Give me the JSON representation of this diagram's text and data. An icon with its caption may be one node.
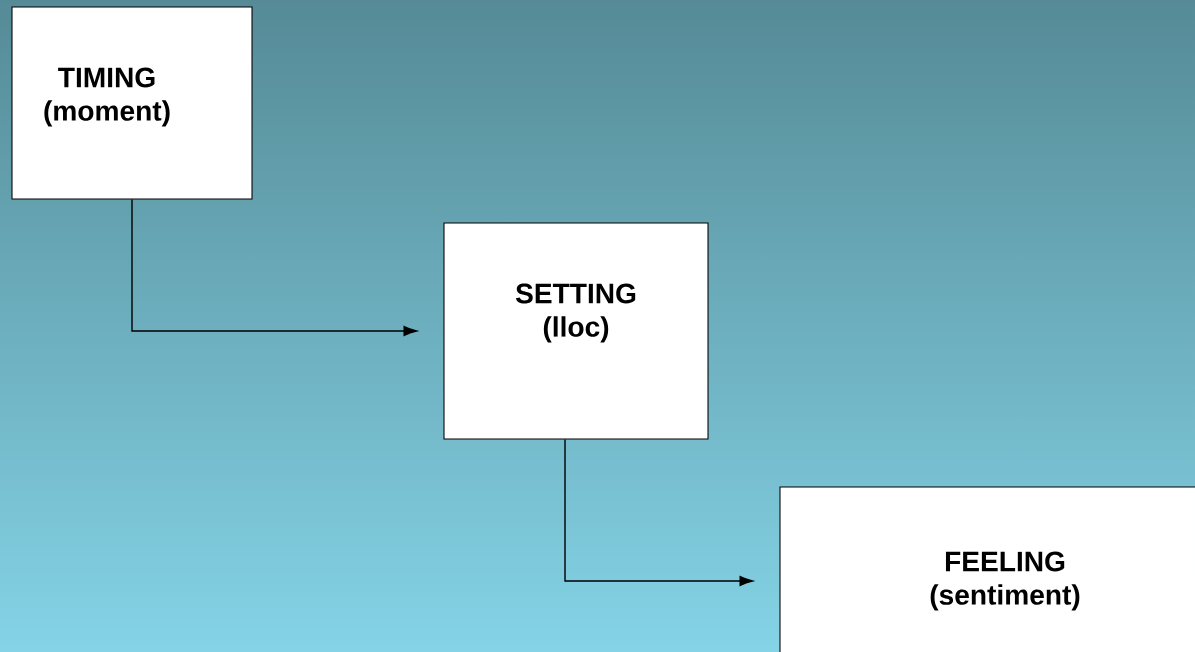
{
  "diagram": {
    "nodes": [
      {
        "text": [
          "TIMING (moment)"
        ]
      },
      {
        "text": [
          "SETTING (lloc)"
        ]
      },
      {
        "text": [
          "FEELING (sentiment)"
        ]
      }
    ],
    "edges": [
      {
        "from": 0,
        "to": 1,
        "arrow": "to"
      },
      {
        "from": 1,
        "to": 2,
        "arrow": "to"
      }
    ]
  }
}
